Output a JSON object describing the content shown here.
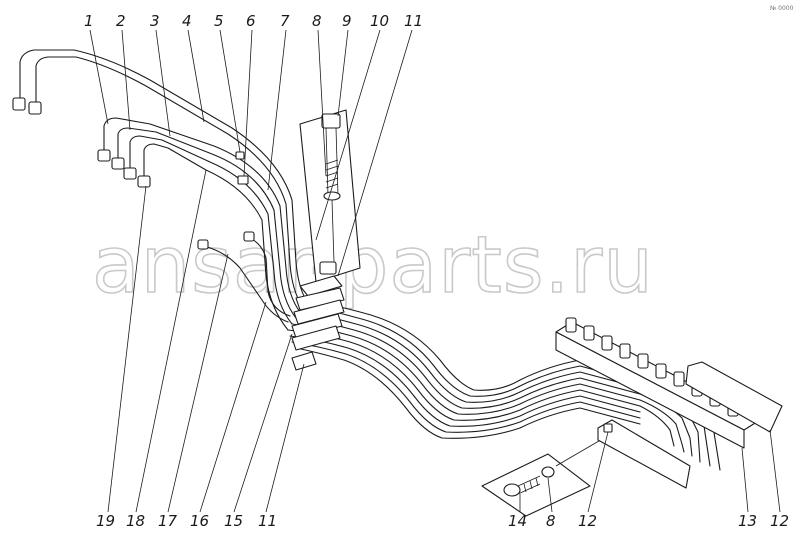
{
  "watermark": "ansar-parts.ru",
  "corner_mark": "№ 0000",
  "callouts": [
    {
      "id": "c1",
      "label": "1"
    },
    {
      "id": "c2",
      "label": "2"
    },
    {
      "id": "c3",
      "label": "3"
    },
    {
      "id": "c4",
      "label": "4"
    },
    {
      "id": "c5",
      "label": "5"
    },
    {
      "id": "c6",
      "label": "6"
    },
    {
      "id": "c7",
      "label": "7"
    },
    {
      "id": "c8",
      "label": "8"
    },
    {
      "id": "c9",
      "label": "9"
    },
    {
      "id": "c10",
      "label": "10"
    },
    {
      "id": "c11",
      "label": "11"
    },
    {
      "id": "c19",
      "label": "19"
    },
    {
      "id": "c18",
      "label": "18"
    },
    {
      "id": "c17",
      "label": "17"
    },
    {
      "id": "c16",
      "label": "16"
    },
    {
      "id": "c15",
      "label": "15"
    },
    {
      "id": "c11b",
      "label": "11"
    },
    {
      "id": "c14",
      "label": "14"
    },
    {
      "id": "c8b",
      "label": "8"
    },
    {
      "id": "c12",
      "label": "12"
    },
    {
      "id": "c13",
      "label": "13"
    },
    {
      "id": "c12b",
      "label": "12"
    }
  ]
}
